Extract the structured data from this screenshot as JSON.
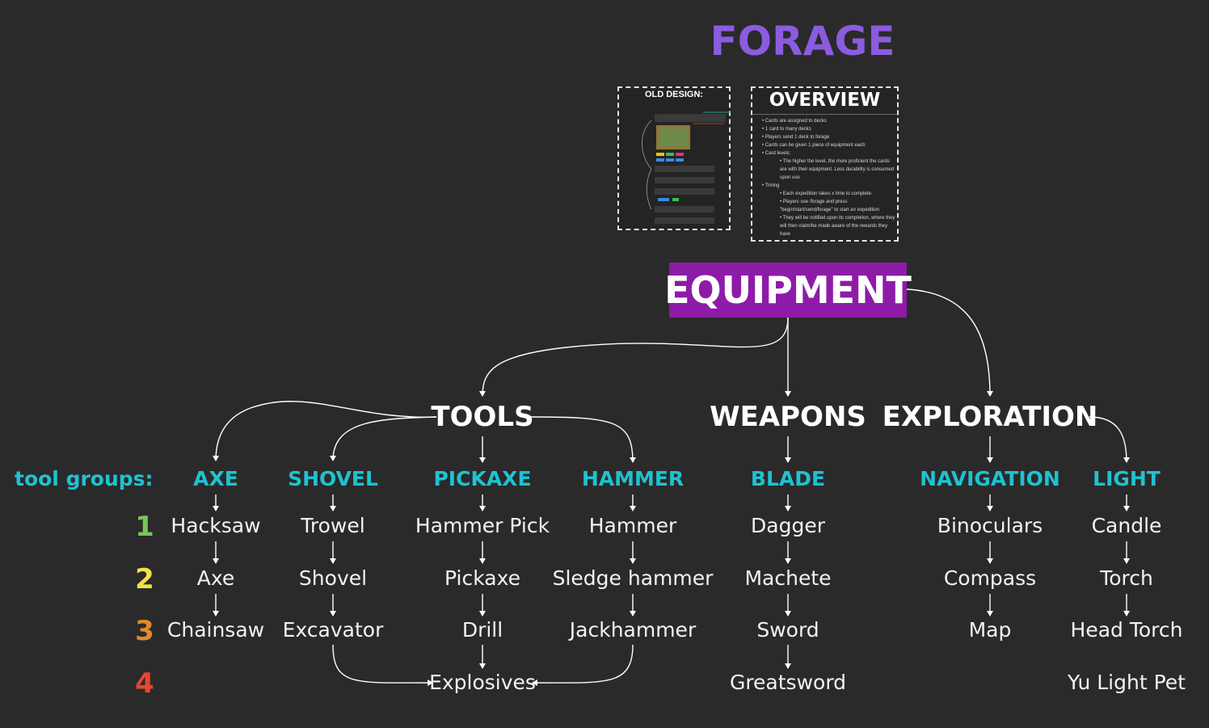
{
  "title": "FORAGE",
  "old_design": {
    "label": "OLD DESIGN:"
  },
  "overview": {
    "title": "OVERVIEW",
    "bullets": [
      {
        "text": "Cards are assigned to decks",
        "level": 1
      },
      {
        "text": "1 card to many decks",
        "level": 1
      },
      {
        "text": "Players send 1 deck to forage",
        "level": 1
      },
      {
        "text": "Cards can be given 1 piece of equipment each",
        "level": 1
      },
      {
        "text": "Card levels:",
        "level": 1
      },
      {
        "text": "The higher the level, the more proficient the cards are with their equipment. Less durability is consumed upon use",
        "level": 2
      },
      {
        "text": "Timing",
        "level": 1
      },
      {
        "text": "Each expedition takes x time to complete.",
        "level": 2
      },
      {
        "text": "Players use /forage and press \"begin/start/send/forage\" to start an expedition",
        "level": 2
      },
      {
        "text": "They will be notified upon its completion, where they will then claim/be made aware of the rewards they have",
        "level": 2
      }
    ]
  },
  "root": "EQUIPMENT",
  "categories": {
    "tools": "TOOLS",
    "weapons": "WEAPONS",
    "exploration": "EXPLORATION"
  },
  "tool_groups_label": "tool groups:",
  "levels": [
    {
      "label": "1",
      "color": "#7cc45a"
    },
    {
      "label": "2",
      "color": "#f2e04a"
    },
    {
      "label": "3",
      "color": "#e08a2a"
    },
    {
      "label": "4",
      "color": "#e8462e"
    }
  ],
  "groups": {
    "axe": {
      "name": "AXE",
      "items": [
        "Hacksaw",
        "Axe",
        "Chainsaw"
      ]
    },
    "shovel": {
      "name": "SHOVEL",
      "items": [
        "Trowel",
        "Shovel",
        "Excavator"
      ]
    },
    "pickaxe": {
      "name": "PICKAXE",
      "items": [
        "Hammer Pick",
        "Pickaxe",
        "Drill",
        "Explosives"
      ]
    },
    "hammer": {
      "name": "HAMMER",
      "items": [
        "Hammer",
        "Sledge hammer",
        "Jackhammer"
      ]
    },
    "blade": {
      "name": "BLADE",
      "items": [
        "Dagger",
        "Machete",
        "Sword",
        "Greatsword"
      ]
    },
    "navigation": {
      "name": "NAVIGATION",
      "items": [
        "Binoculars",
        "Compass",
        "Map"
      ]
    },
    "light": {
      "name": "LIGHT",
      "items": [
        "Candle",
        "Torch",
        "Head Torch",
        "Yu Light Pet"
      ]
    }
  },
  "colors": {
    "background": "#2a2a2a",
    "root_fill": "#8e1ba8",
    "title": "#8b5be0",
    "group": "#1fc2d0",
    "text": "#f2f2f2"
  }
}
